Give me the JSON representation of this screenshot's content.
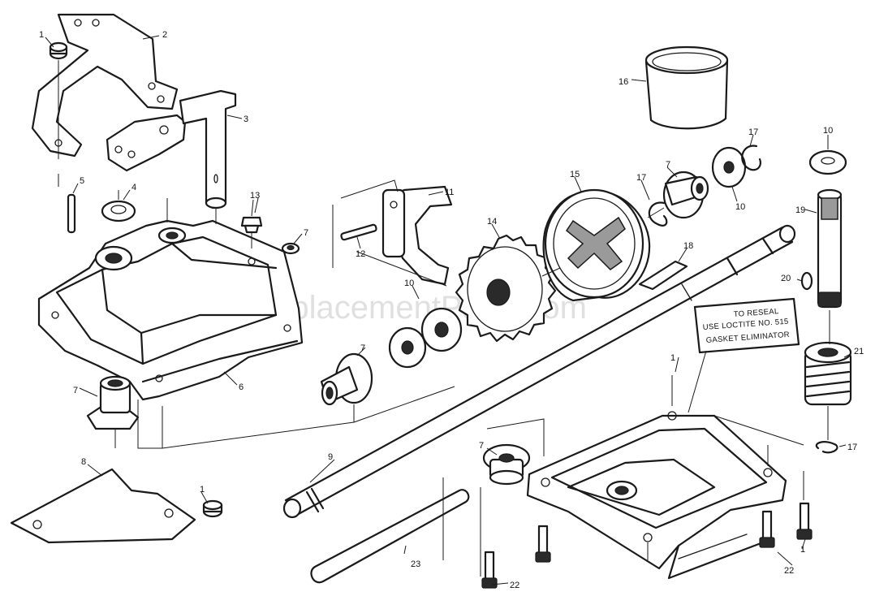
{
  "watermark": "eReplacementParts.com",
  "note": {
    "line1": "TO RESEAL",
    "line2": "USE LOCTITE NO. 515",
    "line3": "GASKET ELIMINATOR"
  },
  "callouts": {
    "c1a": "1",
    "c2a": "2",
    "c3": "3",
    "c4": "4",
    "c5": "5",
    "c6": "6",
    "c7a": "7",
    "c7b": "7",
    "c7c": "7",
    "c7d": "7",
    "c7e": "7",
    "c8": "8",
    "c9": "9",
    "c10a": "10",
    "c10b": "10",
    "c10c": "10",
    "c11": "11",
    "c12": "12",
    "c13": "13",
    "c14": "14",
    "c15": "15",
    "c16": "16",
    "c17a": "17",
    "c17b": "17",
    "c17c": "17",
    "c18": "18",
    "c19": "19",
    "c20": "20",
    "c21": "21",
    "c22a": "22",
    "c22b": "22",
    "c23": "23",
    "c1b": "1",
    "c1c": "1",
    "c1d": "1"
  }
}
